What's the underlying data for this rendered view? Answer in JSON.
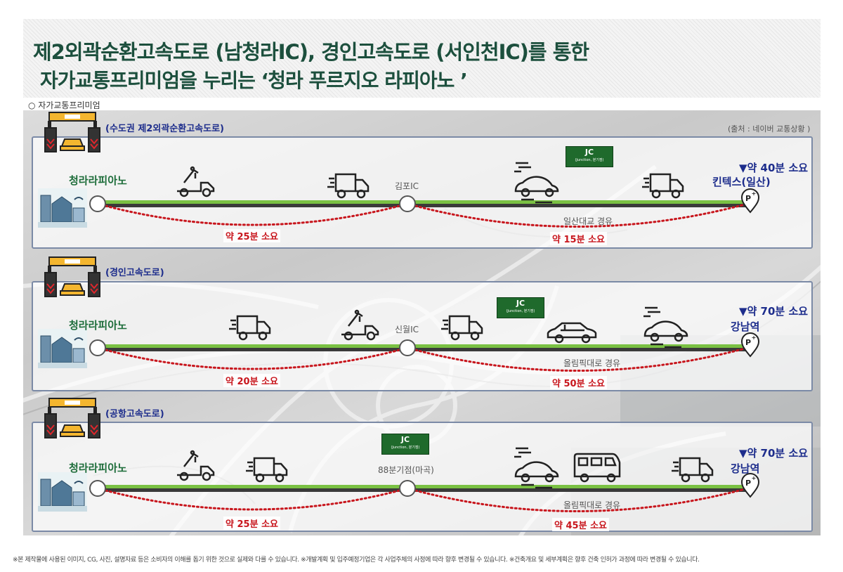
{
  "header": {
    "title_line1": "제2외곽순환고속도로 (남청라IC), 경인고속도로 (서인천IC)를 통한",
    "title_line2": "자가교통프리미엄을 누리는 ‘청라 푸르지오 라피아노 ’"
  },
  "section": {
    "label": "○ 자가교통프리미엄"
  },
  "source": "(출처 : 네이버 교통상황 )",
  "jc_sign": {
    "title": "JC",
    "subtitle": "(Junction, 분기점)"
  },
  "routes": [
    {
      "highway": "(수도권 제2외곽순환고속도로)",
      "origin": "청라라피아노",
      "midpoint": "김포IC",
      "via": "일산대교 경유",
      "destination": "킨텍스(일산)",
      "total": "▼약 40분 소요",
      "segment1": "약 25분 소요",
      "segment2": "약 15분 소요"
    },
    {
      "highway": "(경인고속도로)",
      "origin": "청라라피아노",
      "midpoint": "신월IC",
      "via": "올림픽대로 경유",
      "destination": "강남역",
      "total": "▼약 70분 소요",
      "segment1": "약 20분 소요",
      "segment2": "약 50분 소요"
    },
    {
      "highway": "(공항고속도로)",
      "origin": "청라라피아노",
      "midpoint": "88분기점(마곡)",
      "via": "올림픽대로 경유",
      "destination": "강남역",
      "total": "▼약 70분 소요",
      "segment1": "약 25분 소요",
      "segment2": "약 45분 소요"
    }
  ],
  "colors": {
    "title": "#1c4f3d",
    "route_green": "#7ac143",
    "dotted_red": "#c8161d",
    "label_blue": "#1d2d8c"
  },
  "footer": "※본 제작물에 사용된 이미지, CG, 사진, 설명자료 등은 소비자의 이해를 돕기 위한 것으로 실제와 다를 수 있습니다.   ※개발계획 및 입주예정기업은 각 사업주체의 사정에 따라 향후 변경될 수 있습니다.   ※건축개요 및 세부계획은 향후 건축 인허가 과정에 따라 변경될 수 있습니다."
}
